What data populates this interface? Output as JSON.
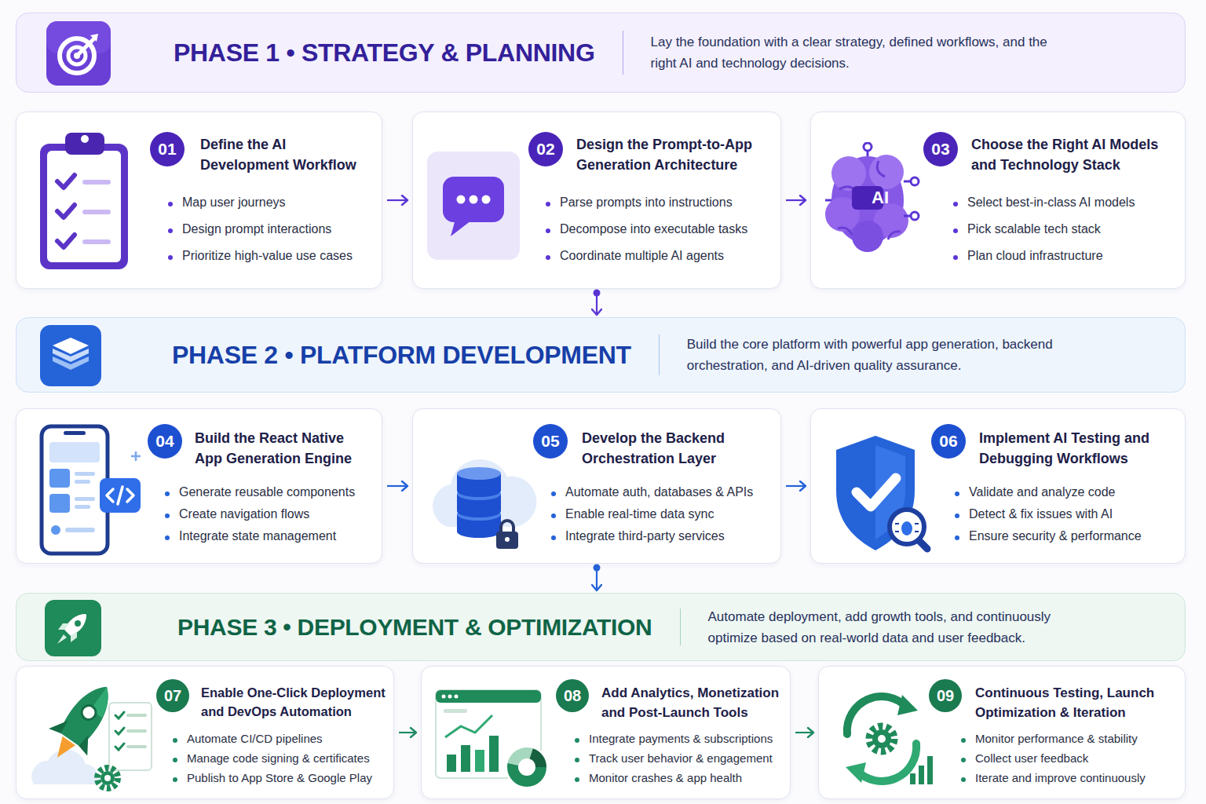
{
  "diagram": {
    "nodes": [
      {
        "text": [
          "PHASE 1 • STRATEGY & PLANNING",
          "Lay the foundation with a clear strategy, defined workflows, and the right AI and technology decisions."
        ]
      },
      {
        "text": [
          "Define the AI Development Workflow",
          "Map user journeys",
          "Design prompt interactions",
          "Prioritize high-value use cases"
        ]
      },
      {
        "text": [
          "01"
        ],
        "in": 1
      },
      {
        "text": [
          "Design the Prompt-to-App Generation Architecture",
          "Parse prompts into instructions",
          "Decompose into executable tasks",
          "Coordinate multiple AI agents"
        ]
      },
      {
        "text": [
          "02"
        ],
        "in": 3
      },
      {
        "text": [
          "Choose the Right AI Models and Technology Stack",
          "Select best-in-class AI models",
          "Pick scalable tech stack",
          "Plan cloud infrastructure"
        ]
      },
      {
        "text": [
          "03"
        ],
        "in": 5
      },
      {
        "text": [
          "PHASE 2 • PLATFORM DEVELOPMENT",
          "Build the core platform with powerful app generation, backend orchestration, and AI-driven quality assurance."
        ]
      },
      {
        "text": [
          "Build the React Native App Generation Engine",
          "Generate reusable components",
          "Create navigation flows",
          "Integrate state management"
        ]
      },
      {
        "text": [
          "04"
        ],
        "in": 8
      },
      {
        "text": [
          "Develop the Backend Orchestration Layer",
          "Automate auth, databases & APIs",
          "Enable real-time data sync",
          "Integrate third-party services"
        ]
      },
      {
        "text": [
          "05"
        ],
        "in": 10
      },
      {
        "text": [
          "Implement AI Testing and Debugging Workflows",
          "Validate and analyze code",
          "Detect & fix issues with AI",
          "Ensure security & performance"
        ]
      },
      {
        "text": [
          "06"
        ],
        "in": 12
      },
      {
        "text": [
          "PHASE 3 • DEPLOYMENT & OPTIMIZATION",
          "Automate deployment, add growth tools, and continuously optimize based on real-world data and user feedback."
        ]
      },
      {
        "text": [
          "Enable One-Click Deployment and DevOps Automation",
          "Automate CI/CD pipelines",
          "Manage code signing & certificates",
          "Publish to App Store & Google Play"
        ]
      },
      {
        "text": [
          "07"
        ],
        "in": 15
      },
      {
        "text": [
          "Add Analytics, Monetization and Post-Launch Tools",
          "Integrate payments & subscriptions",
          "Track user behavior & engagement",
          "Monitor crashes & app health"
        ]
      },
      {
        "text": [
          "08"
        ],
        "in": 17
      },
      {
        "text": [
          "Continuous Testing, Launch Optimization & Iteration",
          "Monitor performance & stability",
          "Collect user feedback",
          "Iterate and improve continuously"
        ]
      },
      {
        "text": [
          "09"
        ],
        "in": 19
      }
    ],
    "edges": [
      {
        "from": 1,
        "to": 3,
        "arrow": "to"
      },
      {
        "from": 3,
        "to": 5,
        "arrow": "to"
      },
      {
        "from": 3,
        "to": 7,
        "arrow": "to"
      },
      {
        "from": 8,
        "to": 10,
        "arrow": "to"
      },
      {
        "from": 10,
        "to": 12,
        "arrow": "to"
      },
      {
        "from": 10,
        "to": 14,
        "arrow": "to"
      },
      {
        "from": 15,
        "to": 17,
        "arrow": "to"
      },
      {
        "from": 17,
        "to": 19,
        "arrow": "to"
      }
    ],
    "labels": [
      "AI"
    ]
  }
}
